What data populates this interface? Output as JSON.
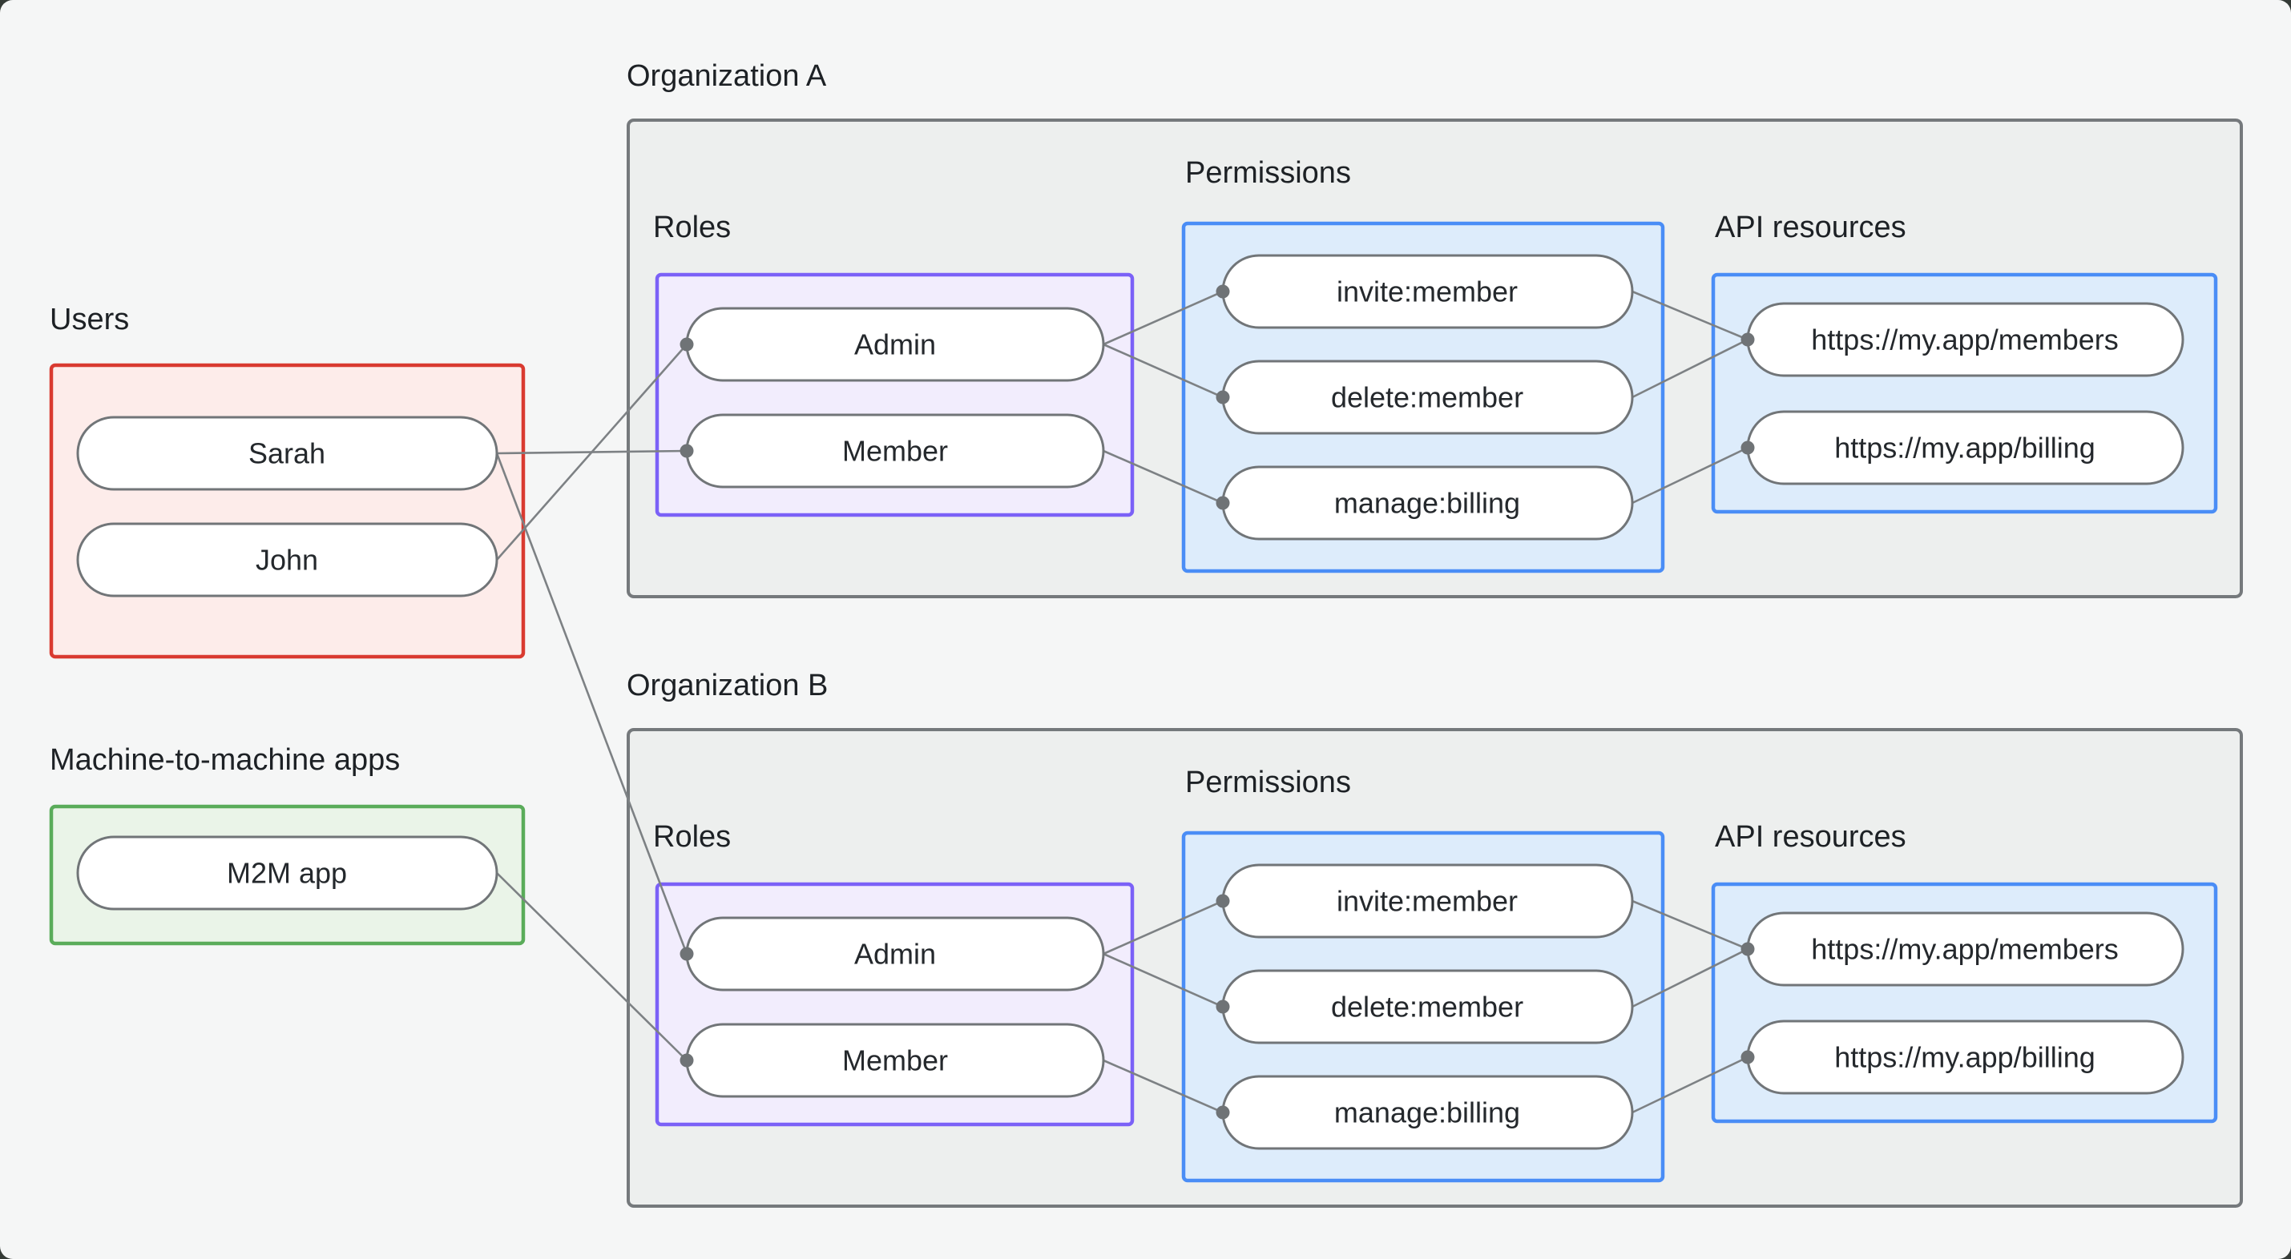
{
  "page": {
    "background": "#f5f6f6",
    "outer_background": "#343b36"
  },
  "users": {
    "label": "Users",
    "pills": [
      "Sarah",
      "John"
    ]
  },
  "m2m": {
    "label": "Machine-to-machine apps",
    "pills": [
      "M2M app"
    ]
  },
  "orgA": {
    "title": "Organization A",
    "roles_label": "Roles",
    "permissions_label": "Permissions",
    "api_label": "API resources",
    "roles": [
      "Admin",
      "Member"
    ],
    "permissions": [
      "invite:member",
      "delete:member",
      "manage:billing"
    ],
    "resources": [
      "https://my.app/members",
      "https://my.app/billing"
    ]
  },
  "orgB": {
    "title": "Organization B",
    "roles_label": "Roles",
    "permissions_label": "Permissions",
    "api_label": "API resources",
    "roles": [
      "Admin",
      "Member"
    ],
    "permissions": [
      "invite:member",
      "delete:member",
      "manage:billing"
    ],
    "resources": [
      "https://my.app/members",
      "https://my.app/billing"
    ]
  },
  "connections": [
    {
      "from": "Sarah",
      "to": "Organization A / Member"
    },
    {
      "from": "John",
      "to": "Organization A / Admin"
    },
    {
      "from": "Sarah",
      "to": "Organization B / Admin"
    },
    {
      "from": "M2M app",
      "to": "Organization B / Member"
    },
    {
      "from": "Organization A / Admin",
      "to": "Organization A / invite:member"
    },
    {
      "from": "Organization A / Admin",
      "to": "Organization A / delete:member"
    },
    {
      "from": "Organization A / Member",
      "to": "Organization A / manage:billing"
    },
    {
      "from": "Organization A / invite:member",
      "to": "Organization A / https://my.app/members"
    },
    {
      "from": "Organization A / delete:member",
      "to": "Organization A / https://my.app/members"
    },
    {
      "from": "Organization A / manage:billing",
      "to": "Organization A / https://my.app/billing"
    },
    {
      "from": "Organization B / Admin",
      "to": "Organization B / invite:member"
    },
    {
      "from": "Organization B / Admin",
      "to": "Organization B / delete:member"
    },
    {
      "from": "Organization B / Member",
      "to": "Organization B / manage:billing"
    },
    {
      "from": "Organization B / invite:member",
      "to": "Organization B / https://my.app/members"
    },
    {
      "from": "Organization B / delete:member",
      "to": "Organization B / https://my.app/members"
    },
    {
      "from": "Organization B / manage:billing",
      "to": "Organization B / https://my.app/billing"
    }
  ],
  "colors": {
    "users_border": "#d93a30",
    "users_fill": "#fdecea",
    "m2m_border": "#5aac5a",
    "m2m_fill": "#eaf4e8",
    "roles_border": "#7b61f7",
    "roles_fill": "#f2edfd",
    "blue_border": "#4a8df6",
    "blue_fill": "#ddecfb",
    "org_border": "#75797c",
    "org_fill": "#edefee",
    "edge": "#7d8184",
    "pill_border": "#717578"
  }
}
